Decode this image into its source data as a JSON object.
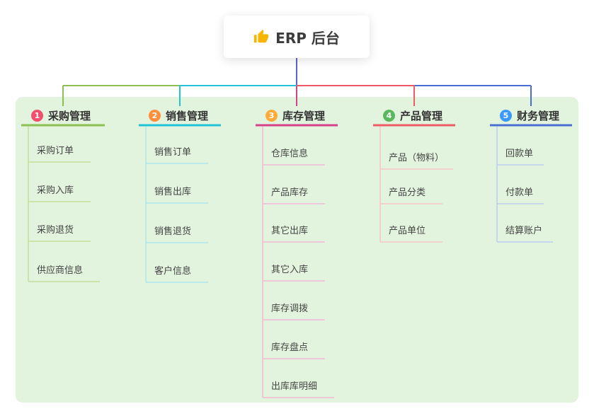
{
  "root": {
    "label": "ERP 后台",
    "icon": "thumbs-up-icon",
    "icon_color": "#F7B500"
  },
  "canvas": {
    "background": "#FFFFFF",
    "panel_color": "#E3F4DE",
    "root_drop_line_color": "#5568C8"
  },
  "branches": [
    {
      "index": "1",
      "label": "采购管理",
      "color": "#8CC152",
      "light_color": "#C3DF9A",
      "badge_color": "#F0506E",
      "children": [
        "采购订单",
        "采购入库",
        "采购退货",
        "供应商信息"
      ]
    },
    {
      "index": "2",
      "label": "销售管理",
      "color": "#22C3D6",
      "light_color": "#A9E6EE",
      "badge_color": "#FF8F3C",
      "children": [
        "销售订单",
        "销售出库",
        "销售退货",
        "客户信息"
      ]
    },
    {
      "index": "3",
      "label": "库存管理",
      "color": "#D6418C",
      "light_color": "#F2BAD6",
      "badge_color": "#FFAB3C",
      "children": [
        "仓库信息",
        "产品库存",
        "其它出库",
        "其它入库",
        "库存调拨",
        "库存盘点",
        "出库库明细"
      ]
    },
    {
      "index": "4",
      "label": "产品管理",
      "color": "#EF5A66",
      "light_color": "#F8C3C7",
      "badge_color": "#5CB85C",
      "children": [
        "产品（物料）",
        "产品分类",
        "产品单位"
      ]
    },
    {
      "index": "5",
      "label": "财务管理",
      "color": "#4A6FD4",
      "light_color": "#BCCBF2",
      "badge_color": "#3B99FC",
      "children": [
        "回款单",
        "付款单",
        "结算账户"
      ]
    }
  ]
}
